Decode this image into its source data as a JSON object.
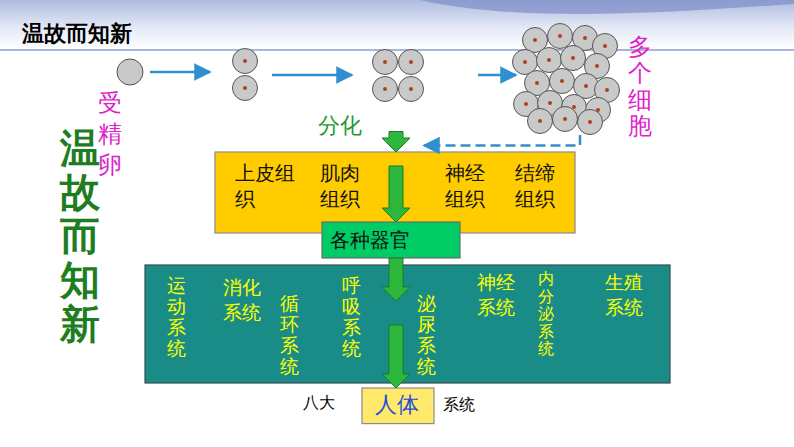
{
  "diagram": {
    "title": "温故而知新",
    "nodes": [
      {
        "text": [
          "受精卵"
        ]
      },
      {
        "text": [
          "多个细胞"
        ]
      },
      {
        "text": [
          "上皮组织",
          "肌肉组织",
          "神经组织",
          "结缔组织"
        ]
      },
      {
        "text": [
          "各种器官"
        ]
      },
      {
        "text": [
          "运动系统",
          "消化系统",
          "循环系统",
          "呼吸系统",
          "泌尿系统",
          "神经系统",
          "内分泌系统",
          "生殖系统"
        ]
      },
      {
        "text": [
          "人体"
        ]
      }
    ],
    "edges": [
      {
        "from": 1,
        "to": 2,
        "label": "分化",
        "arrow": "to"
      },
      {
        "from": 2,
        "to": 3,
        "arrow": "to"
      },
      {
        "from": 3,
        "to": 4,
        "arrow": "to"
      },
      {
        "from": 4,
        "to": 5,
        "arrow": "to"
      }
    ],
    "labels": [
      "温故而知新",
      "八大",
      "系统"
    ]
  }
}
